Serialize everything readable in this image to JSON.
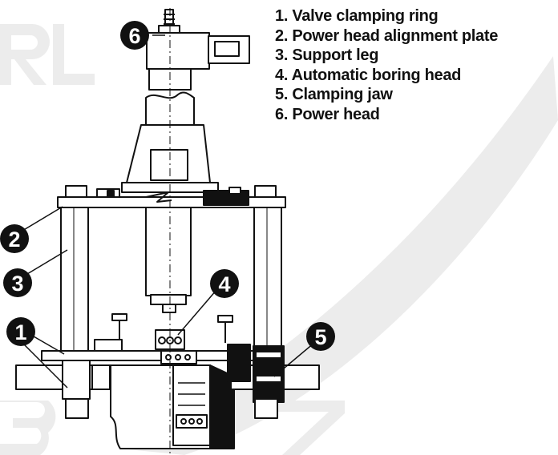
{
  "legend": {
    "items": [
      {
        "number": "1",
        "text": "1. Valve clamping ring"
      },
      {
        "number": "2",
        "text": "2. Power head alignment plate"
      },
      {
        "number": "3",
        "text": "3. Support leg"
      },
      {
        "number": "4",
        "text": "4. Automatic boring head"
      },
      {
        "number": "5",
        "text": "5. Clamping jaw"
      },
      {
        "number": "6",
        "text": "6. Power head"
      }
    ]
  },
  "callouts": {
    "c1": "1",
    "c2": "2",
    "c3": "3",
    "c4": "4",
    "c5": "5",
    "c6": "6"
  },
  "colors": {
    "ink": "#111111",
    "watermark": "#e9e9e9",
    "paper": "#ffffff"
  }
}
